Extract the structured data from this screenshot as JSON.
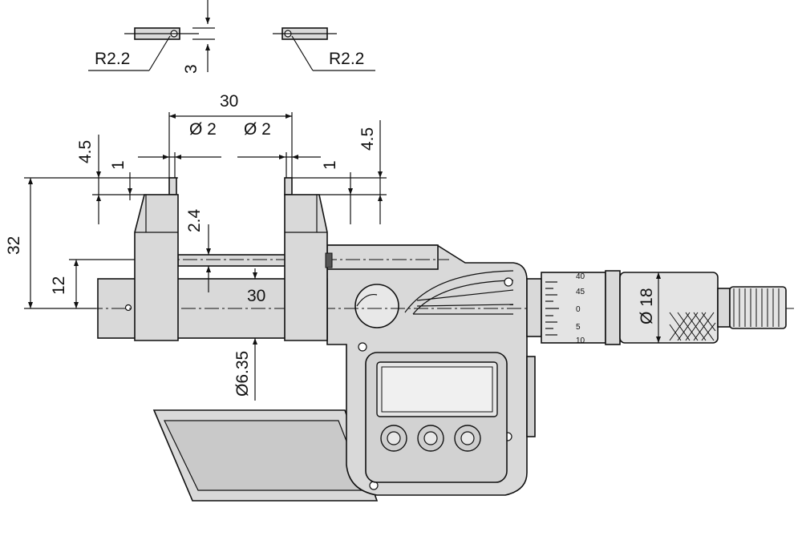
{
  "dimensions": {
    "r_left": "R2.2",
    "r_right": "R2.2",
    "tip_thickness": "3",
    "jaw_spacing": "30",
    "tip_dia_left": "Ø 2",
    "tip_dia_right": "Ø 2",
    "tip_length_left": "4.5",
    "tip_offset_left": "1",
    "tip_length_right": "4.5",
    "tip_offset_right": "1",
    "overall_height": "32",
    "spindle_height": "12",
    "gap": "2.4",
    "rod_spacing": "30",
    "spindle_dia": "Ø6.35",
    "thimble_dia": "Ø 18"
  },
  "thimble_scale": [
    "40",
    "45",
    "0",
    "5",
    "10"
  ],
  "colors": {
    "body_fill": "#d9d9d9",
    "display_fill": "#e6e6e6",
    "line": "#111111"
  }
}
